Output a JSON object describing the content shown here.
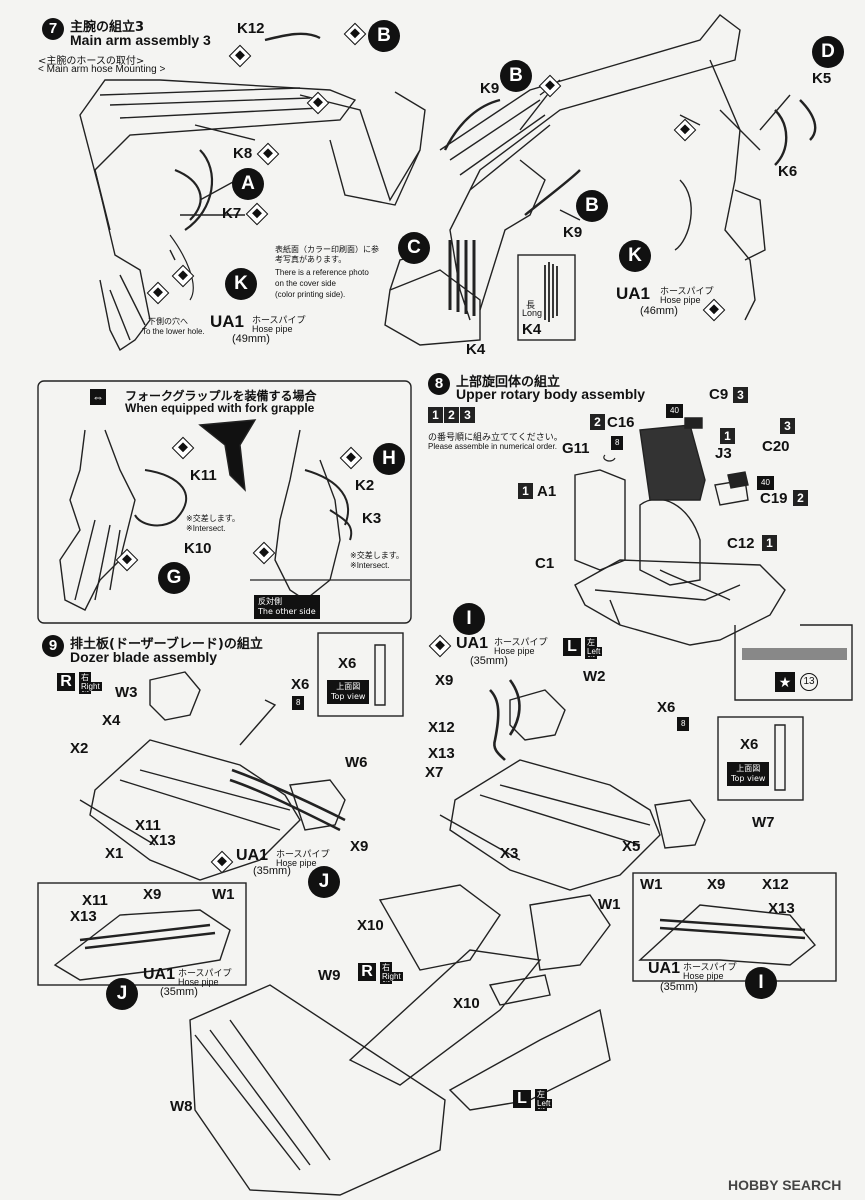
{
  "step7": {
    "num": "7",
    "title_jp": "主腕の組立3",
    "title_en": "Main arm assembly 3",
    "sub_jp": "<主腕のホースの取付>",
    "sub_en": "< Main arm  hose Mounting >",
    "labels": {
      "k12": "K12",
      "k9a": "K9",
      "k8": "K8",
      "k7": "K7",
      "k5": "K5",
      "k6": "K6",
      "k9b": "K9",
      "k4": "K4",
      "ua1_left": "UA1",
      "ua1_right": "UA1"
    },
    "circles": {
      "b1": "B",
      "b2": "B",
      "b3": "B",
      "d": "D",
      "a": "A",
      "c": "C",
      "k1": "K",
      "k2": "K"
    },
    "hose_jp": "ホースパイプ",
    "hose_en": "Hose pipe",
    "hose_left_len": "(49mm)",
    "hose_right_len": "(46mm)",
    "lower_hole_jp": "下側の穴へ",
    "lower_hole_en": "To the lower hole.",
    "ref_jp": "表紙面（カラー印刷面）に参考写真があります。",
    "ref_en1": "There is a reference photo",
    "ref_en2": "on the cover side",
    "ref_en3": "(color printing side).",
    "long_jp": "長",
    "long_en": "Long",
    "k4_inset": "K4"
  },
  "fork": {
    "title_jp": "フォークグラップルを装備する場合",
    "title_en": "When equipped with fork grapple",
    "k11": "K11",
    "k10": "K10",
    "k2": "K2",
    "k3": "K3",
    "intersect_jp": "※交差します。",
    "intersect_en": "※Intersect.",
    "circle_g": "G",
    "circle_h": "H",
    "other_side_jp": "反対側",
    "other_side_en": "The other side"
  },
  "step8": {
    "num": "8",
    "title_jp": "上部旋回体の組立",
    "title_en": "Upper rotary body assembly",
    "order_nums": [
      "1",
      "2",
      "3"
    ],
    "order_jp": "の番号順に組み立ててください。",
    "order_en": "Please assemble in numerical order.",
    "parts": {
      "c9": "C9",
      "c16": "C16",
      "g11": "G11",
      "j3": "J3",
      "c20": "C20",
      "a1": "A1",
      "c19": "C19",
      "c12": "C12",
      "c1": "C1"
    },
    "part_nums": {
      "c9": "3",
      "c16": "2",
      "j3": "1",
      "c20": "3",
      "a1": "1",
      "c19": "2",
      "c12": "1"
    },
    "small_tags": {
      "g11": "8",
      "c9": "40",
      "c19": "40"
    },
    "decal_ref": "13"
  },
  "step9": {
    "num": "9",
    "title_jp": "排土板(ドーザーブレード)の組立",
    "title_en": "Dozer blade assembly",
    "right_jp": "右側",
    "right_en": "Right",
    "left_jp": "左側",
    "left_en": "Left",
    "top_view_jp": "上面図",
    "top_view_en": "Top view",
    "x6": "X6",
    "x6_tag": "8",
    "parts_left": {
      "w3": "W3",
      "x4": "X4",
      "x2": "X2",
      "x11": "X11",
      "x13": "X13",
      "x1": "X1",
      "w6": "W6",
      "x9": "X9",
      "x6": "X6"
    },
    "parts_right": {
      "x9": "X9",
      "w2": "W2",
      "x12": "X12",
      "x13": "X13",
      "x7": "X7",
      "x3": "X3",
      "x5": "X5",
      "w7": "W7",
      "x6": "X6"
    },
    "ua1": "UA1",
    "hose_jp": "ホースパイプ",
    "hose_en": "Hose pipe",
    "hose_len": "(35mm)",
    "circle_i": "I",
    "circle_j": "J",
    "inset_left": {
      "x11": "X11",
      "x13": "X13",
      "x9": "X9",
      "w1": "W1"
    },
    "inset_right": {
      "w1": "W1",
      "x9": "X9",
      "x12": "X12",
      "x13": "X13"
    },
    "bottom": {
      "x10a": "X10",
      "x10b": "X10",
      "w1": "W1",
      "w9": "W9",
      "w8": "W8"
    }
  },
  "watermark": "HOBBY SEARCH"
}
